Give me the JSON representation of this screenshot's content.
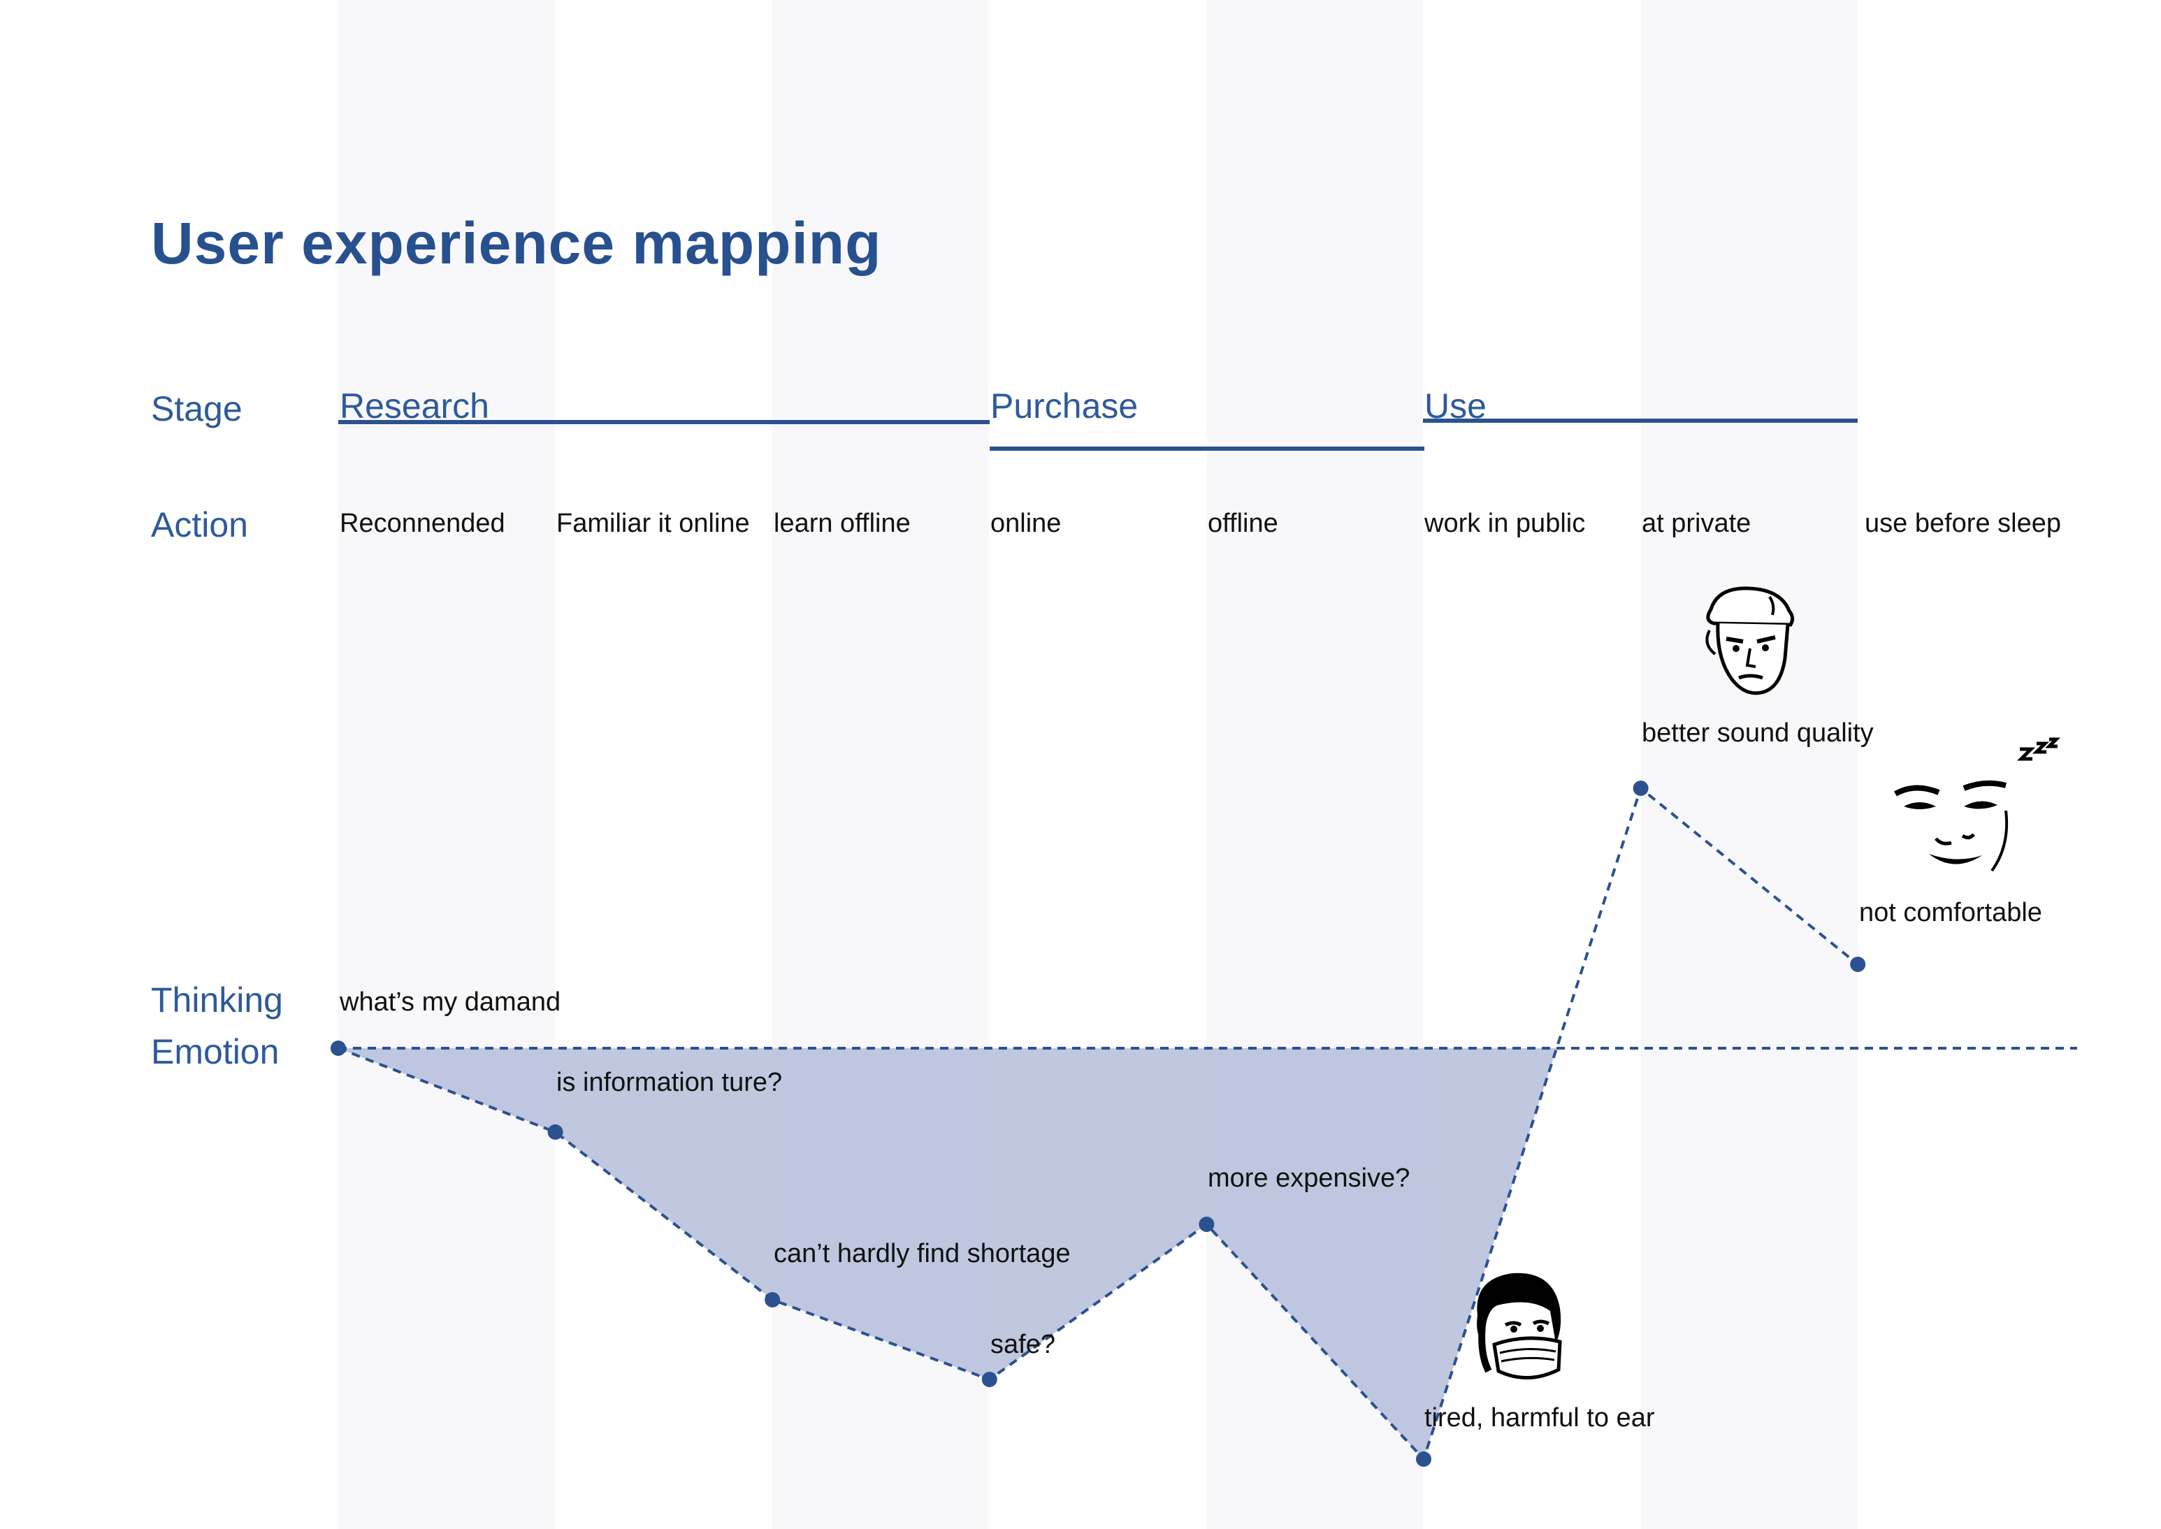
{
  "title": "User experience mapping",
  "row_labels": {
    "stage": "Stage",
    "action": "Action",
    "thinking": "Thinking",
    "emotion": "Emotion"
  },
  "stages": [
    {
      "label": "Research",
      "columns": [
        0,
        2
      ]
    },
    {
      "label": "Purchase",
      "columns": [
        3,
        4
      ]
    },
    {
      "label": "Use",
      "columns": [
        5,
        6
      ]
    }
  ],
  "actions": [
    "Reconnended",
    "Familiar it online",
    "learn offline",
    "online",
    "offline",
    "work in public",
    "at private",
    "use before sleep"
  ],
  "emotion_points": [
    {
      "column": 0,
      "level": 0,
      "note": "what’s my damand"
    },
    {
      "column": 1,
      "level": -2.0,
      "note": "is information ture?"
    },
    {
      "column": 2,
      "level": -6.0,
      "note": "can’t hardly find shortage"
    },
    {
      "column": 3,
      "level": -7.9,
      "note": "safe?"
    },
    {
      "column": 4,
      "level": -4.2,
      "note": "more expensive?"
    },
    {
      "column": 5,
      "level": -9.8,
      "note": "tired, harmful to ear"
    },
    {
      "column": 6,
      "level": 6.2,
      "note": "better sound quality"
    },
    {
      "column": 7,
      "level": 2.0,
      "note": "not comfortable"
    }
  ],
  "icons": {
    "cap_face": "man-with-cap-icon",
    "mask_face": "woman-with-mask-icon",
    "sleepy_face": "sleepy-face-icon"
  },
  "colors": {
    "title": "#27508f",
    "label": "#2d5a9a",
    "line": "#2b5190",
    "fill": "#b4bed9",
    "band": "#f8f8fb"
  }
}
